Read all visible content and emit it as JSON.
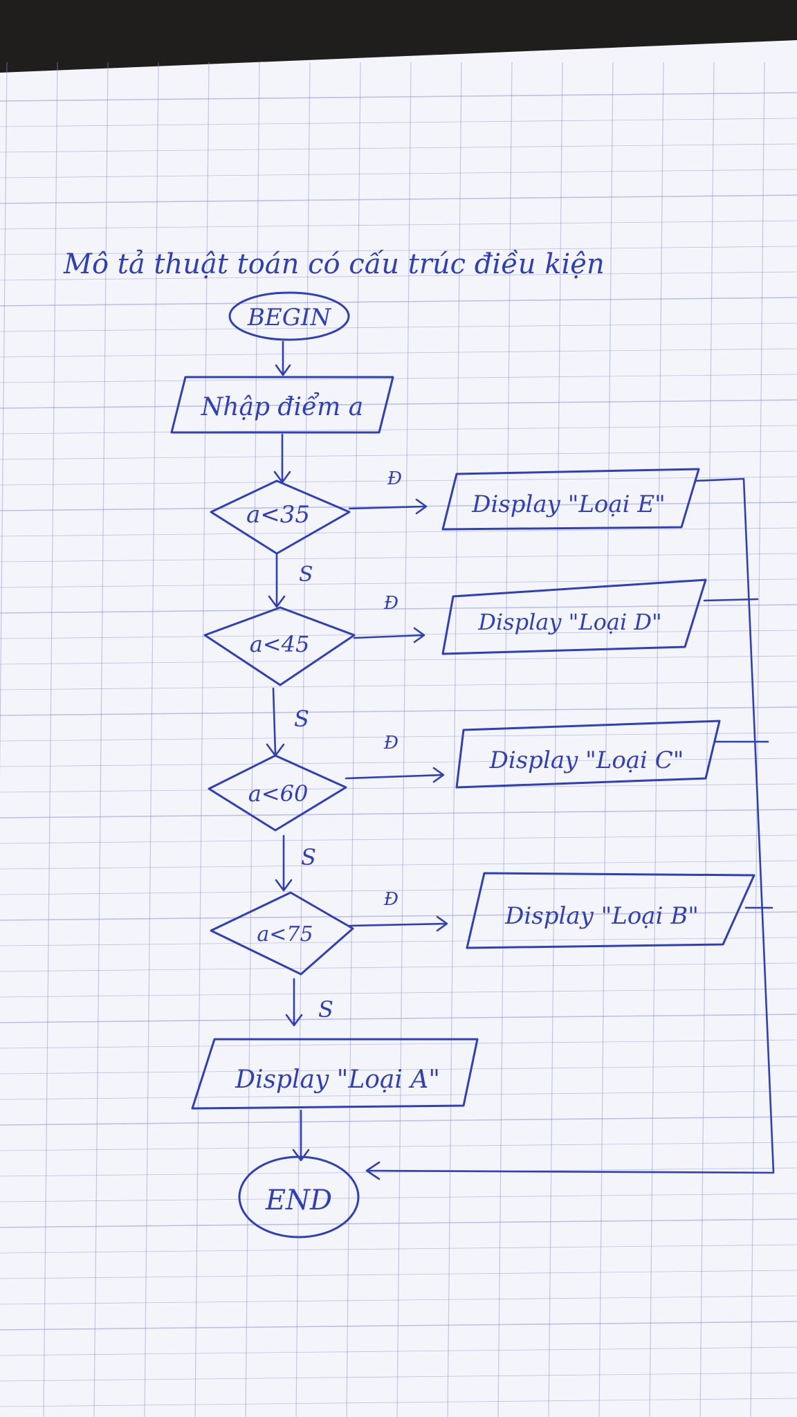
{
  "diagram": {
    "title": "Mô tả thuật toán có cấu trúc điều kiện",
    "begin": "BEGIN",
    "input": "Nhập điểm a",
    "end": "END",
    "yes_label": "Đ",
    "no_label": "S",
    "conditions": [
      "a<35",
      "a<45",
      "a<60",
      "a<75"
    ],
    "outputs": [
      "Display \"Loại E\"",
      "Display \"Loại D\"",
      "Display \"Loại C\"",
      "Display \"Loại B\""
    ],
    "final_output": "Display \"Loại A\""
  },
  "colors": {
    "ink": "#2f3fb8",
    "paper": "#f4f5fb",
    "grid": "#8c95d8"
  }
}
